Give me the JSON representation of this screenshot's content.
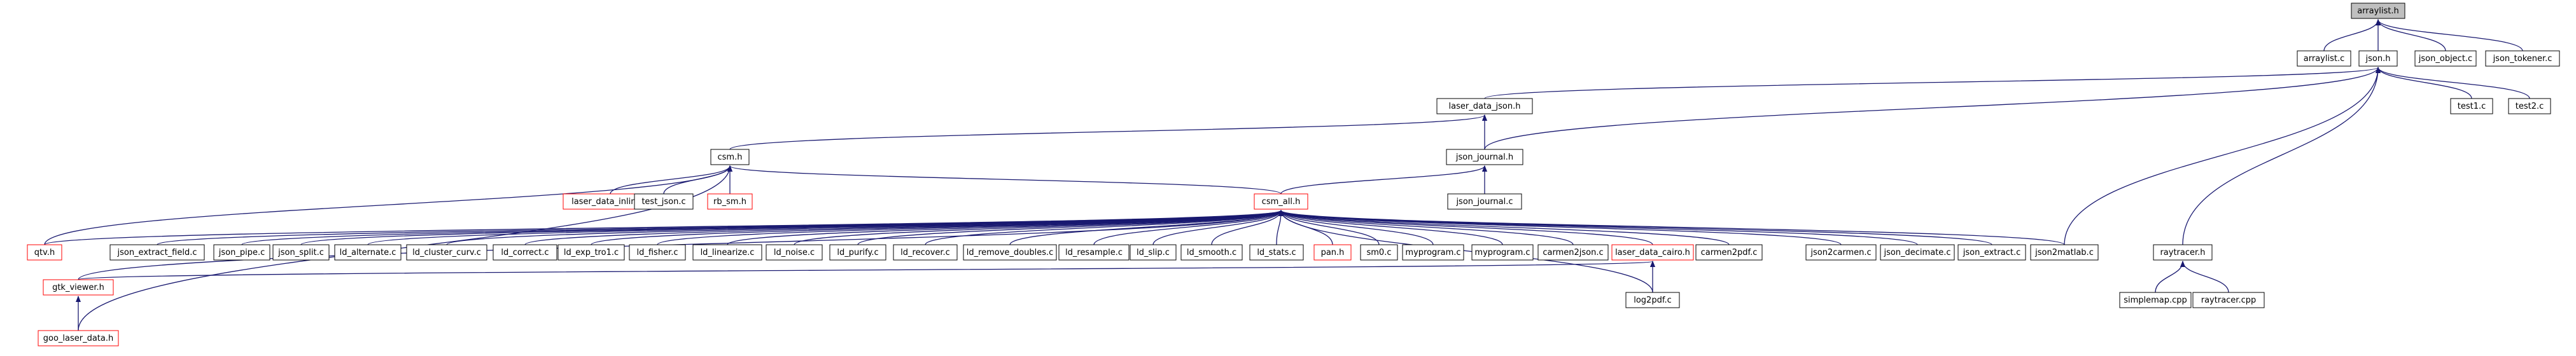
{
  "colors": {
    "edge": "#191970",
    "node_border": "#000000",
    "missing_doc_border": "#ff0000",
    "root_fill": "#bfbfbf",
    "node_fill": "#ffffff"
  },
  "nodes": [
    {
      "id": "arraylist_h",
      "label": "arraylist.h",
      "style": "root"
    },
    {
      "id": "arraylist_c",
      "label": "arraylist.c",
      "style": "normal"
    },
    {
      "id": "json_h",
      "label": "json.h",
      "style": "normal"
    },
    {
      "id": "json_object_c",
      "label": "json_object.c",
      "style": "normal"
    },
    {
      "id": "json_tokener_c",
      "label": "json_tokener.c",
      "style": "normal"
    },
    {
      "id": "laser_data_json_h",
      "label": "laser_data_json.h",
      "style": "normal"
    },
    {
      "id": "test1_c",
      "label": "test1.c",
      "style": "normal"
    },
    {
      "id": "test2_c",
      "label": "test2.c",
      "style": "normal"
    },
    {
      "id": "csm_h",
      "label": "csm.h",
      "style": "normal"
    },
    {
      "id": "json_journal_h",
      "label": "json_journal.h",
      "style": "normal"
    },
    {
      "id": "laser_data_inline_h",
      "label": "laser_data_inline.h",
      "style": "red"
    },
    {
      "id": "test_json_c",
      "label": "test_json.c",
      "style": "normal"
    },
    {
      "id": "rb_sm_h",
      "label": "rb_sm.h",
      "style": "red"
    },
    {
      "id": "csm_all_h",
      "label": "csm_all.h",
      "style": "red"
    },
    {
      "id": "json_journal_c",
      "label": "json_journal.c",
      "style": "normal"
    },
    {
      "id": "qtv_h",
      "label": "qtv.h",
      "style": "red"
    },
    {
      "id": "json_extract_field_c",
      "label": "json_extract_field.c",
      "style": "normal"
    },
    {
      "id": "json_pipe_c",
      "label": "json_pipe.c",
      "style": "normal"
    },
    {
      "id": "json_split_c",
      "label": "json_split.c",
      "style": "normal"
    },
    {
      "id": "ld_alternate_c",
      "label": "ld_alternate.c",
      "style": "normal"
    },
    {
      "id": "ld_cluster_curv_c",
      "label": "ld_cluster_curv.c",
      "style": "normal"
    },
    {
      "id": "ld_correct_c",
      "label": "ld_correct.c",
      "style": "normal"
    },
    {
      "id": "ld_exp_tro1_c",
      "label": "ld_exp_tro1.c",
      "style": "normal"
    },
    {
      "id": "ld_fisher_c",
      "label": "ld_fisher.c",
      "style": "normal"
    },
    {
      "id": "ld_linearize_c",
      "label": "ld_linearize.c",
      "style": "normal"
    },
    {
      "id": "ld_noise_c",
      "label": "ld_noise.c",
      "style": "normal"
    },
    {
      "id": "ld_purify_c",
      "label": "ld_purify.c",
      "style": "normal"
    },
    {
      "id": "ld_recover_c",
      "label": "ld_recover.c",
      "style": "normal"
    },
    {
      "id": "ld_remove_doubles_c",
      "label": "ld_remove_doubles.c",
      "style": "normal"
    },
    {
      "id": "ld_resample_c",
      "label": "ld_resample.c",
      "style": "normal"
    },
    {
      "id": "ld_slip_c",
      "label": "ld_slip.c",
      "style": "normal"
    },
    {
      "id": "ld_smooth_c",
      "label": "ld_smooth.c",
      "style": "normal"
    },
    {
      "id": "ld_stats_c",
      "label": "ld_stats.c",
      "style": "normal"
    },
    {
      "id": "pan_h",
      "label": "pan.h",
      "style": "red"
    },
    {
      "id": "sm0_c",
      "label": "sm0.c",
      "style": "normal"
    },
    {
      "id": "myprogram_c_1",
      "label": "myprogram.c",
      "style": "normal"
    },
    {
      "id": "myprogram_c_2",
      "label": "myprogram.c",
      "style": "normal"
    },
    {
      "id": "carmen2json_c",
      "label": "carmen2json.c",
      "style": "normal"
    },
    {
      "id": "laser_data_cairo_h",
      "label": "laser_data_cairo.h",
      "style": "red"
    },
    {
      "id": "carmen2pdf_c",
      "label": "carmen2pdf.c",
      "style": "normal"
    },
    {
      "id": "json2carmen_c",
      "label": "json2carmen.c",
      "style": "normal"
    },
    {
      "id": "json_decimate_c",
      "label": "json_decimate.c",
      "style": "normal"
    },
    {
      "id": "json_extract_c",
      "label": "json_extract.c",
      "style": "normal"
    },
    {
      "id": "json2matlab_c",
      "label": "json2matlab.c",
      "style": "normal"
    },
    {
      "id": "raytracer_h",
      "label": "raytracer.h",
      "style": "normal"
    },
    {
      "id": "gtk_viewer_h",
      "label": "gtk_viewer.h",
      "style": "red"
    },
    {
      "id": "log2pdf_c",
      "label": "log2pdf.c",
      "style": "normal"
    },
    {
      "id": "simplemap_cpp",
      "label": "simplemap.cpp",
      "style": "normal"
    },
    {
      "id": "raytracer_cpp",
      "label": "raytracer.cpp",
      "style": "normal"
    },
    {
      "id": "goo_laser_data_h",
      "label": "goo_laser_data.h",
      "style": "red"
    }
  ]
}
